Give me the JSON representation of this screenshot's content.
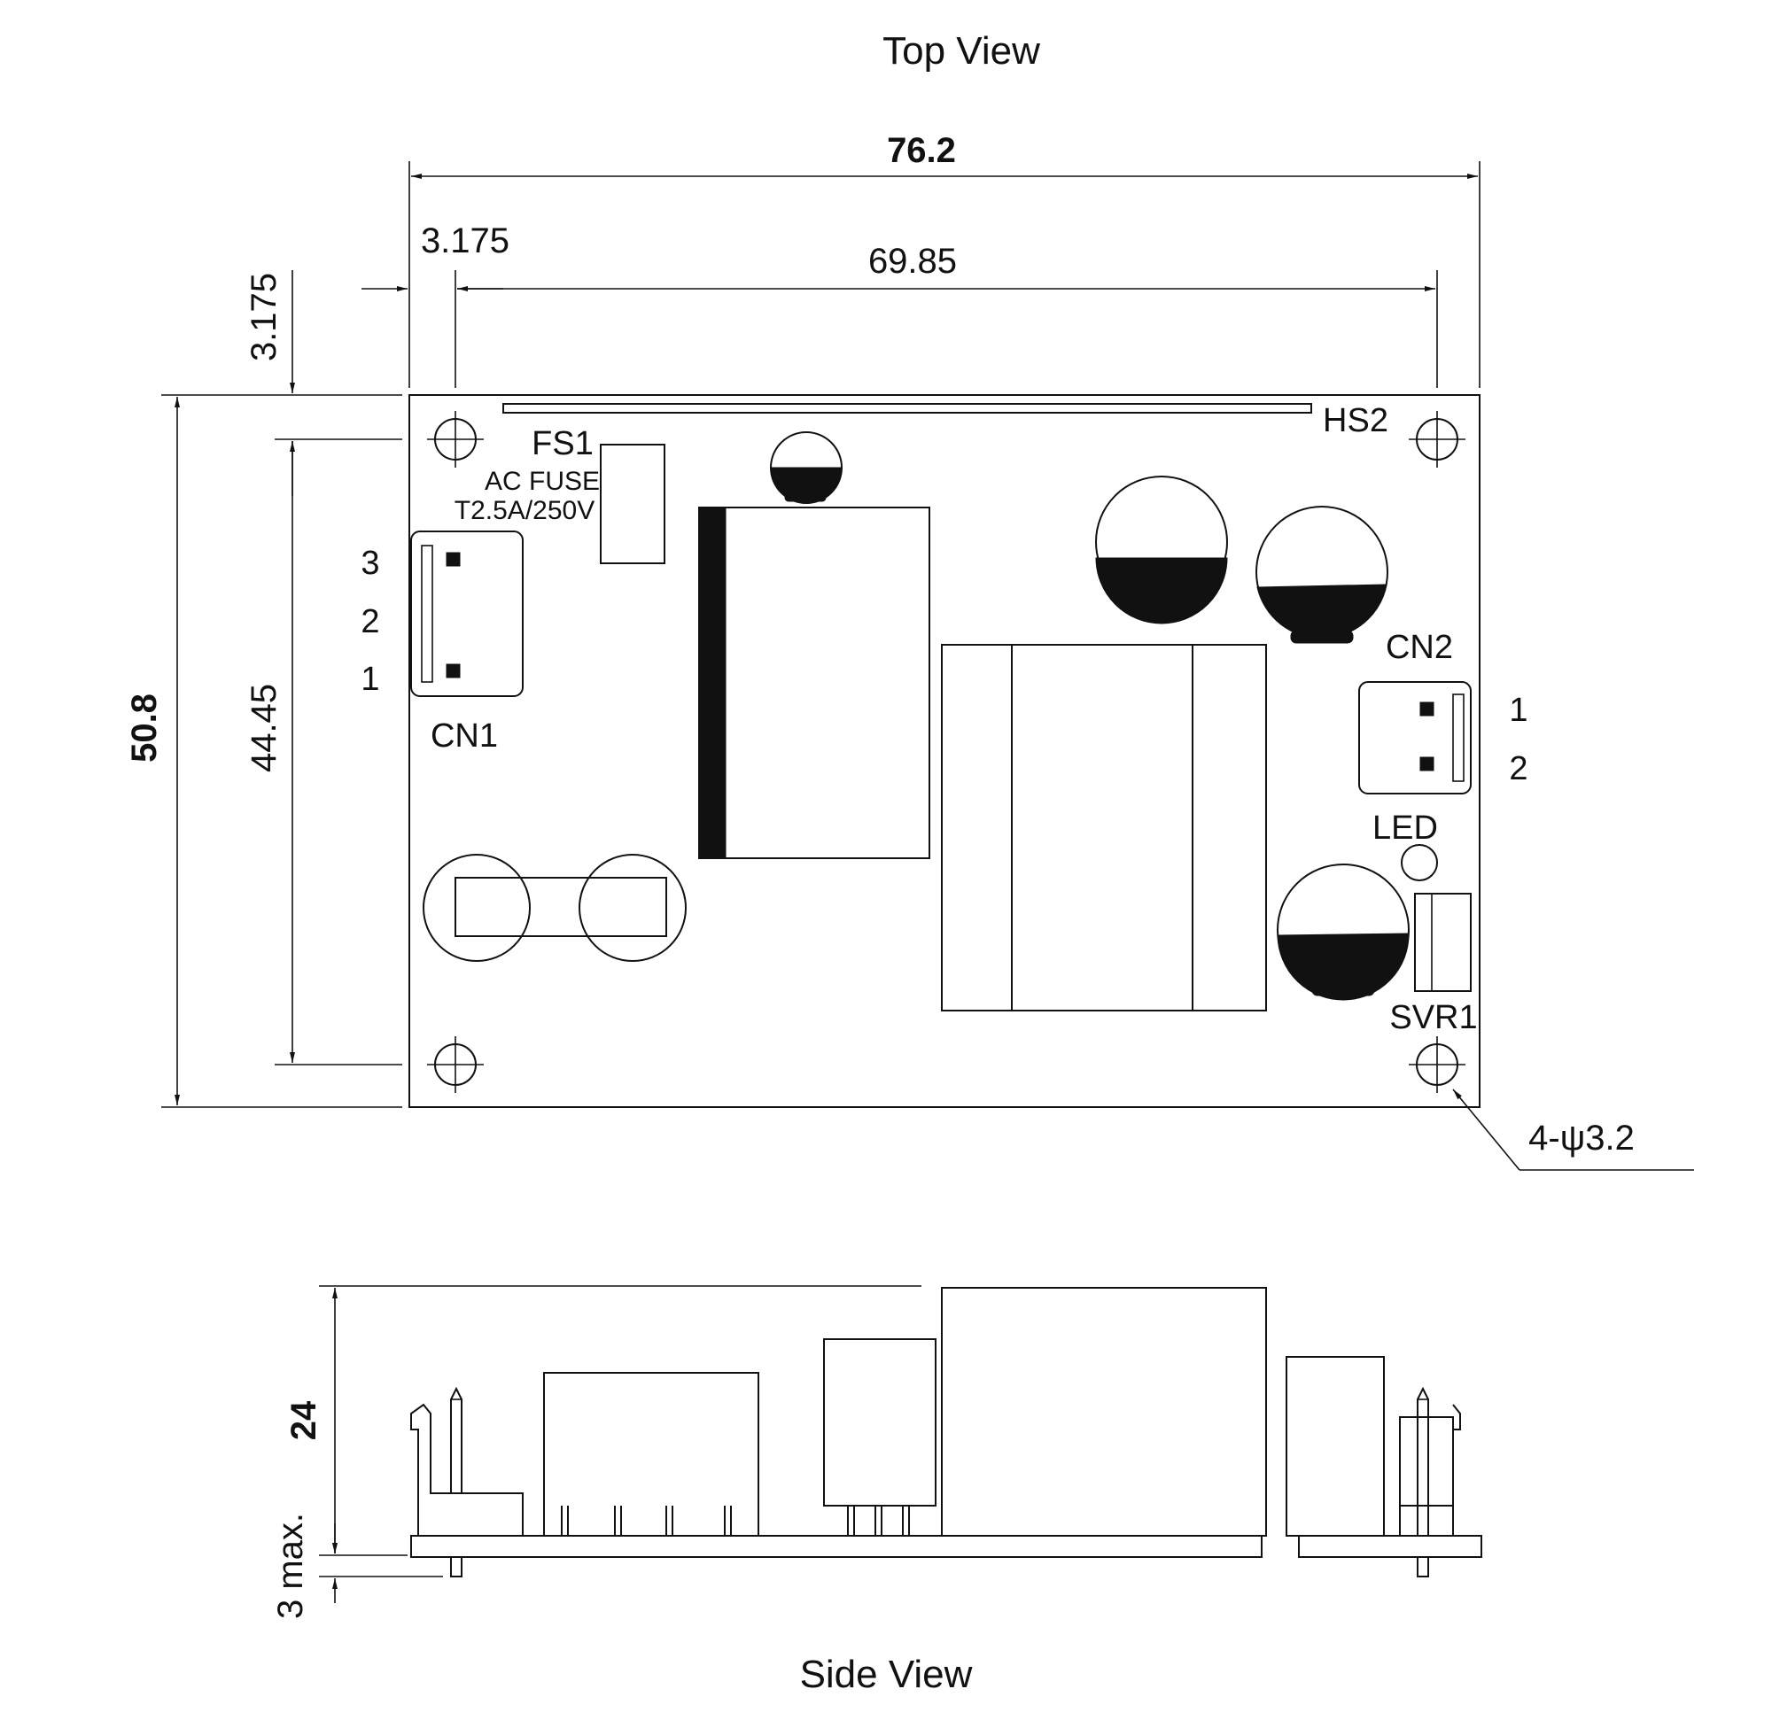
{
  "titles": {
    "top": "Top View",
    "side": "Side View"
  },
  "dimensions": {
    "overall_width": "76.2",
    "hole_pitch_x": "69.85",
    "hole_offset_x": "3.175",
    "hole_offset_y": "3.175",
    "overall_height": "50.8",
    "hole_pitch_y": "44.45",
    "side_height": "24",
    "pin_protrusion": "3 max.",
    "mounting_holes": "4-ψ3.2"
  },
  "labels": {
    "fs1": "FS1",
    "ac_fuse": "AC FUSE",
    "fuse_rating": "T2.5A/250V",
    "hs2": "HS2",
    "cn1": "CN1",
    "cn2": "CN2",
    "led": "LED",
    "svr1": "SVR1"
  },
  "cn1_pins": [
    "3",
    "2",
    "1"
  ],
  "cn2_pins": [
    "1",
    "2"
  ]
}
